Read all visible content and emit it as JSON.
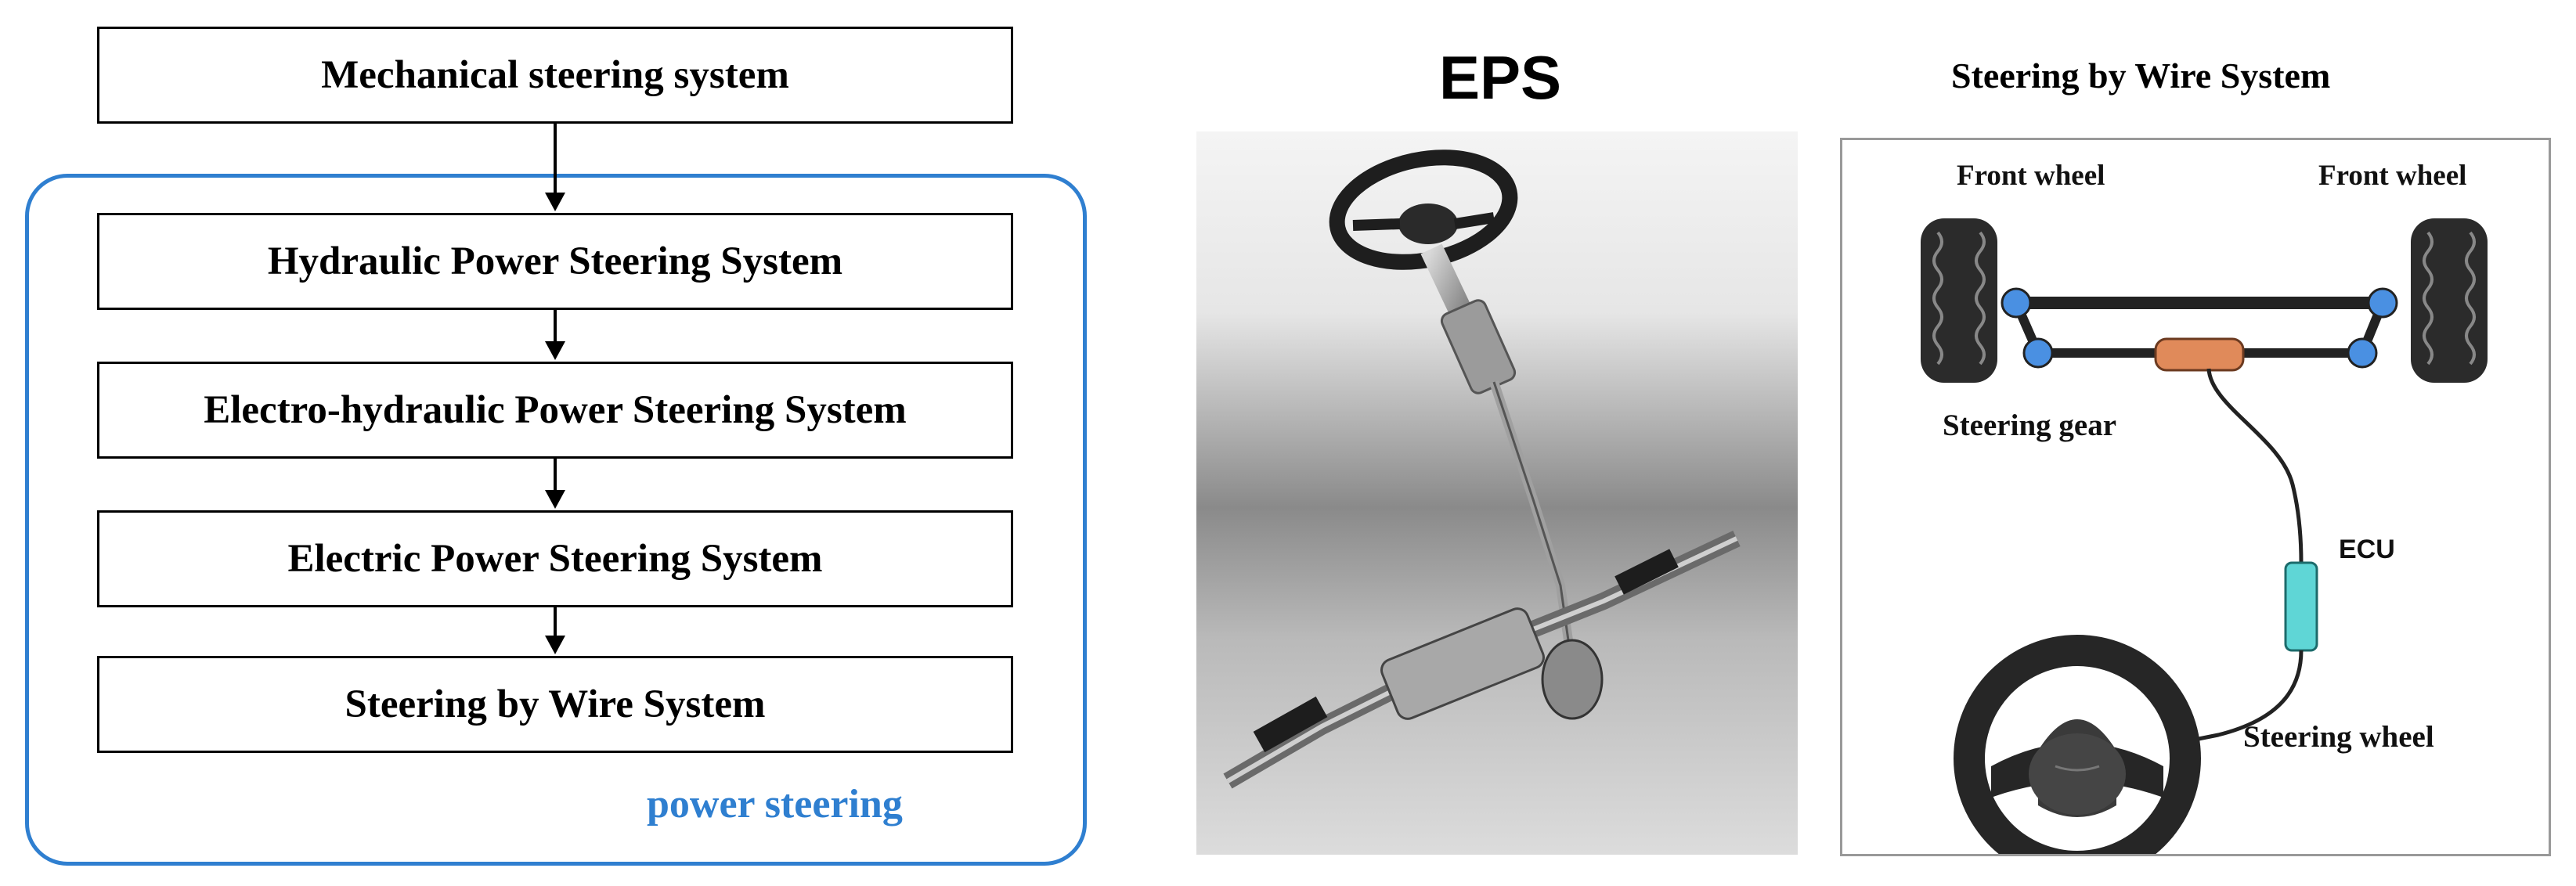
{
  "flowchart": {
    "steps": [
      "Mechanical steering system",
      "Hydraulic Power Steering System",
      "Electro-hydraulic Power Steering System",
      "Electric Power Steering System",
      "Steering by Wire System"
    ],
    "group_label": "power steering",
    "group_color": "#2f7fd0"
  },
  "eps": {
    "title": "EPS"
  },
  "sbw": {
    "title": "Steering by Wire System",
    "front_wheel_left": "Front wheel",
    "front_wheel_right": "Front wheel",
    "steering_gear": "Steering gear",
    "ecu": "ECU",
    "steering_wheel": "Steering wheel",
    "colors": {
      "joint": "#4a90e2",
      "gear": "#e08a5a",
      "ecu": "#5fd6d6",
      "tire": "#2b2b2b"
    }
  }
}
